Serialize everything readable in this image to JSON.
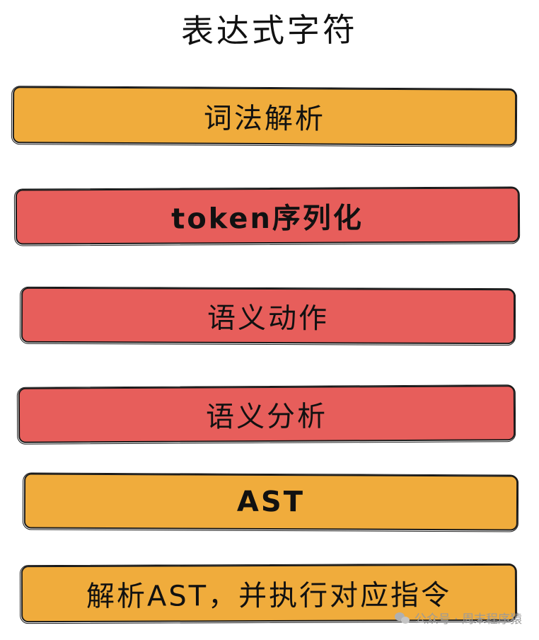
{
  "title": "表达式字符",
  "steps": [
    {
      "label": "词法解析",
      "color": "#F0AC3C"
    },
    {
      "label": "token序列化",
      "color": "#E75E5B"
    },
    {
      "label": "语义动作",
      "color": "#E75E5B"
    },
    {
      "label": "语义分析",
      "color": "#E75E5B"
    },
    {
      "label": "AST",
      "color": "#F0AC3C"
    },
    {
      "label": "解析AST，并执行对应指令",
      "color": "#F0AC3C"
    }
  ],
  "watermark": {
    "icon": "wechat-icon",
    "text": "公众号 · 周末程序猿"
  }
}
